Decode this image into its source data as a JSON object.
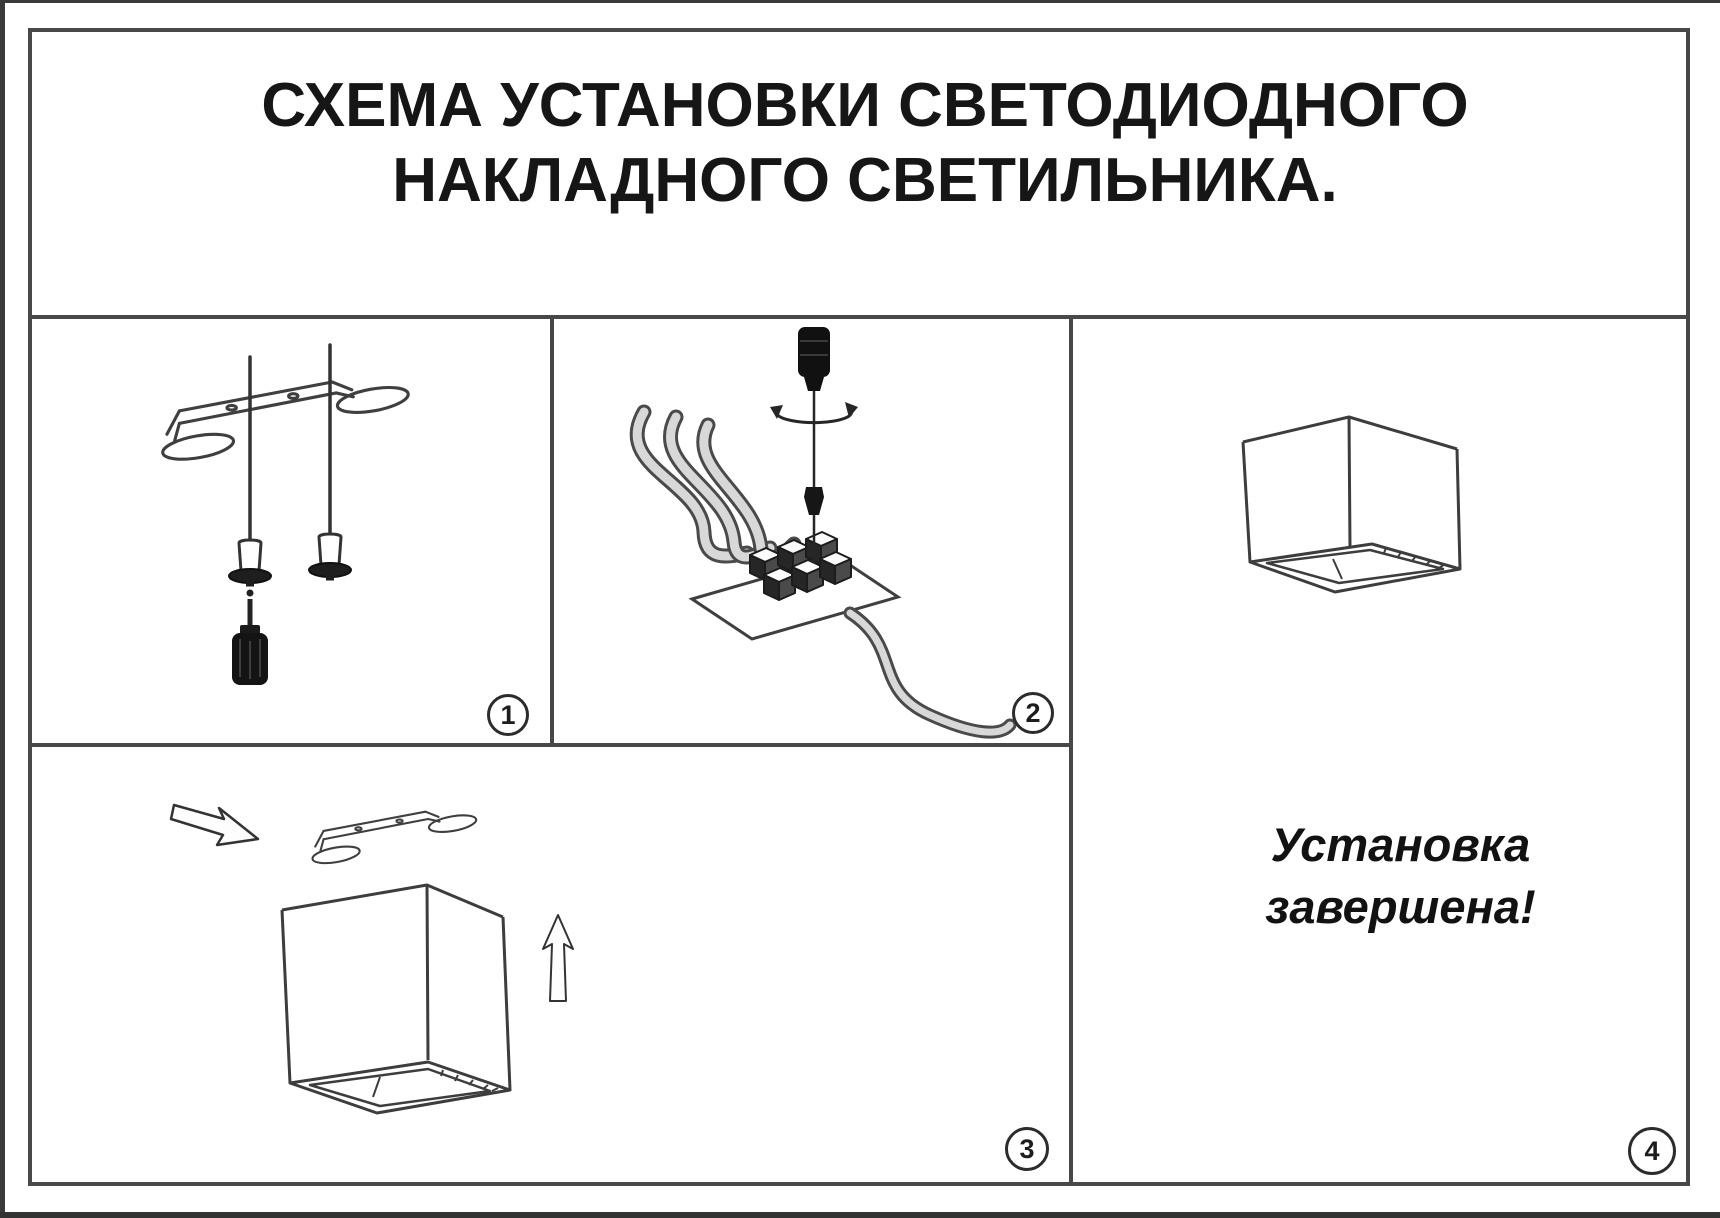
{
  "document": {
    "title_line1": "СХЕМА УСТАНОВКИ СВЕТОДИОДНОГО",
    "title_line2": "НАКЛАДНОГО СВЕТИЛЬНИКА."
  },
  "steps": [
    {
      "number": "1",
      "illustration": "mounting-bracket-screws-anchors-screwdriver"
    },
    {
      "number": "2",
      "illustration": "wires-terminal-block-screwdriver"
    },
    {
      "number": "3",
      "illustration": "fixture-body-attached-to-bracket"
    },
    {
      "number": "4",
      "illustration": "installed-fixture",
      "caption_line1": "Установка",
      "caption_line2": "завершена!"
    }
  ],
  "colors": {
    "line_art": "#3f3f3f",
    "grid": "#484848",
    "text": "#161616",
    "background": "#ffffff"
  }
}
